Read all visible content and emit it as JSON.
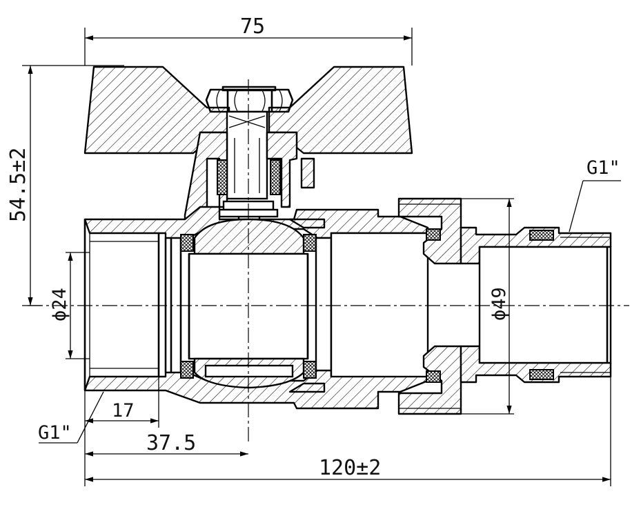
{
  "dimensions": {
    "top_width": "75",
    "height": "54.5±2",
    "inlet_diameter": "ϕ24",
    "thread_depth": "17",
    "inlet_thread": "G1\"",
    "body_center": "37.5",
    "overall_length": "120±2",
    "outlet_thread": "G1\"",
    "union_diameter": "ϕ49"
  }
}
